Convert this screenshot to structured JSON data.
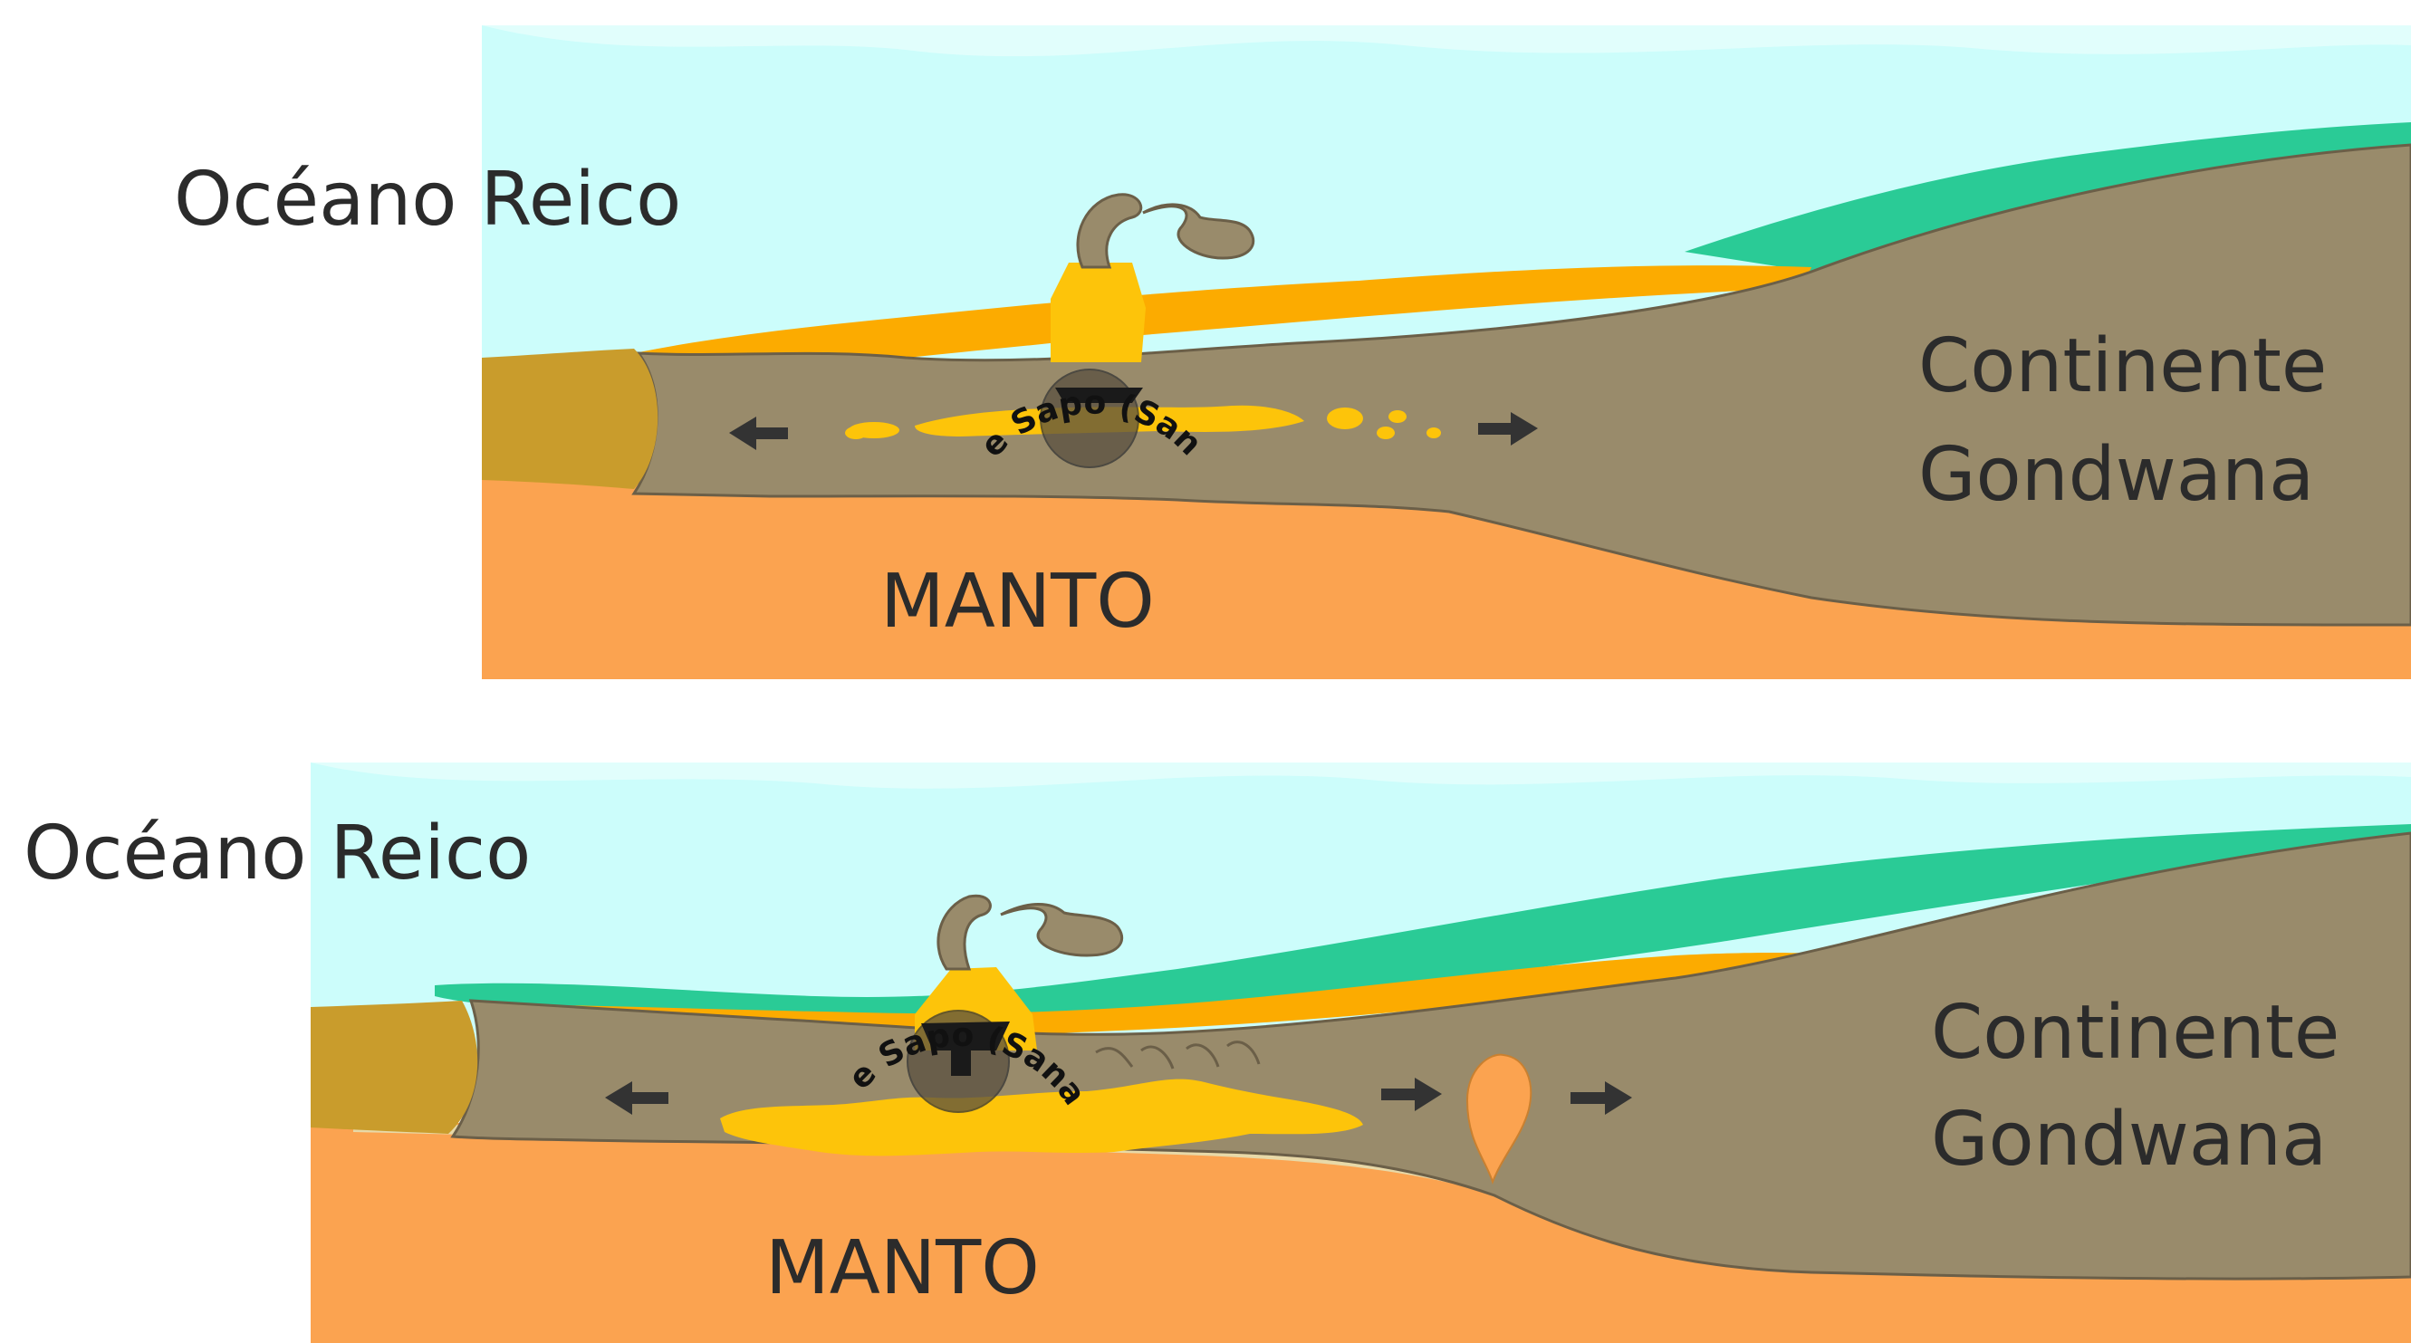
{
  "panels": [
    {
      "ocean_label": "Océano Reico",
      "continent_line1": "Continente",
      "continent_line2": "Gondwana",
      "mantle_label": "MANTO",
      "arc_label": "Ollo de Sapo (Sanabria)"
    },
    {
      "ocean_label": "Océano Reico",
      "continent_line1": "Continente",
      "continent_line2": "Gondwana",
      "mantle_label": "MANTO",
      "arc_label": "Ollo de Sapo (Sanabria)"
    }
  ],
  "colors": {
    "ocean": "#ccfdfb",
    "ocean_wave": "#e6fefd",
    "mantle": "#fba350",
    "crust": "#998b6b",
    "crust_stroke": "#6b5f48",
    "sediment_orange": "#fcab00",
    "magma_yellow": "#fdc40a",
    "green_shelf": "#2acb96",
    "ochre_block": "#c99c2c",
    "dark_body": "#5a5040",
    "arrow": "#333333"
  }
}
